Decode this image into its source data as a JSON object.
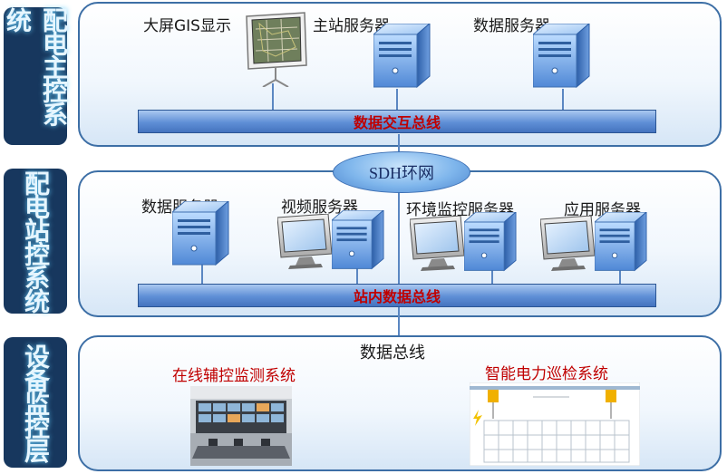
{
  "layers": {
    "master": "配电主控系统",
    "station": "配电站控系统",
    "device": "设备监控层"
  },
  "master": {
    "gis_label": "大屏GIS显示",
    "main_server_label": "主站服务器",
    "data_server_label": "数据服务器",
    "bus_label": "数据交互总线"
  },
  "ring": {
    "label": "SDH环网"
  },
  "station": {
    "data_server_label": "数据服务器",
    "video_server_label": "视频服务器",
    "env_server_label": "环境监控服务器",
    "app_server_label": "应用服务器",
    "bus_label": "站内数据总线"
  },
  "device": {
    "bus_label": "数据总线",
    "aux_system_label": "在线辅控监测系统",
    "patrol_system_label": "智能电力巡检系统"
  }
}
